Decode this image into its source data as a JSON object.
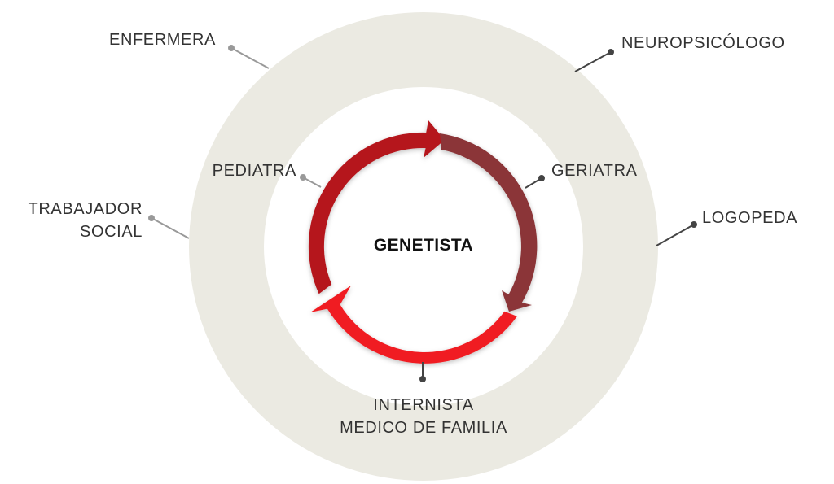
{
  "diagram": {
    "center": "GENETISTA",
    "inner_roles": {
      "pediatra": "PEDIATRA",
      "geriatra": "GERIATRA",
      "internista_line1": "INTERNISTA",
      "internista_line2": "MEDICO DE FAMILIA"
    },
    "outer_roles": {
      "enfermera": "ENFERMERA",
      "neuropsicologo": "NEUROPSICÓLOGO",
      "trabajador_line1": "TRABAJADOR",
      "trabajador_line2": "SOCIAL",
      "logopeda": "LOGOPEDA"
    },
    "colors": {
      "outer_ring": "#ebeae2",
      "arrow_top": "#b5141b",
      "arrow_right": "#8b3437",
      "arrow_bottom": "#f01c22",
      "connector_dark": "#444444",
      "connector_light": "#999999"
    }
  }
}
